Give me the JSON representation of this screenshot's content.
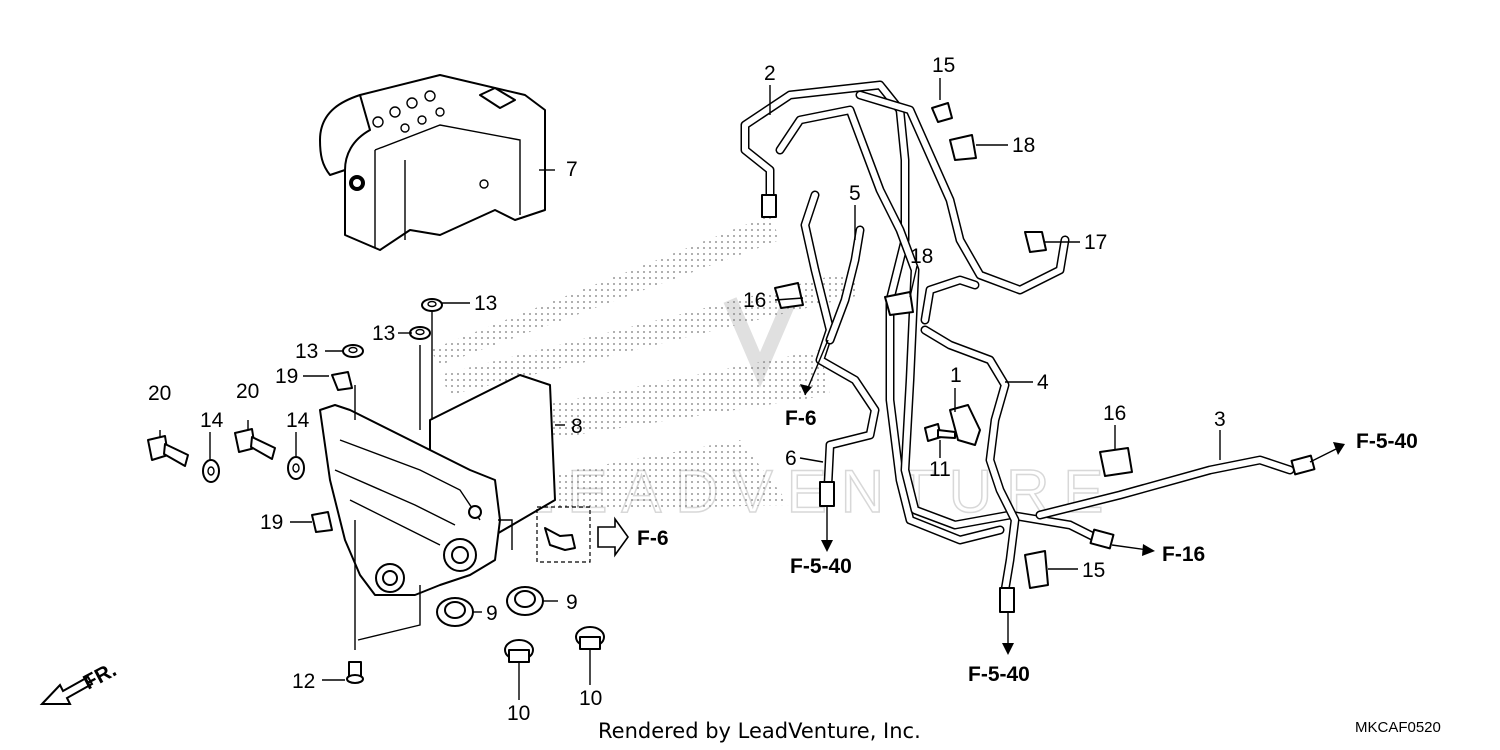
{
  "callouts": {
    "n1": "1",
    "n2": "2",
    "n3": "3",
    "n4": "4",
    "n5": "5",
    "n6": "6",
    "n7": "7",
    "n8": "8",
    "n9a": "9",
    "n9b": "9",
    "n10a": "10",
    "n10b": "10",
    "n11": "11",
    "n12": "12",
    "n13a": "13",
    "n13b": "13",
    "n13c": "13",
    "n14a": "14",
    "n14b": "14",
    "n15a": "15",
    "n15b": "15",
    "n16a": "16",
    "n16b": "16",
    "n17": "17",
    "n18a": "18",
    "n18b": "18",
    "n19a": "19",
    "n19b": "19",
    "n20a": "20",
    "n20b": "20"
  },
  "references": {
    "f6_a": "F-6",
    "f6_b": "F-6",
    "f540_left": "F-5-40",
    "f540_bottom": "F-5-40",
    "f540_right": "F-5-40",
    "f16": "F-16"
  },
  "direction_label": "FR.",
  "watermark": "LEADVENTURE",
  "credit": "Rendered by LeadVenture, Inc.",
  "diagram_code": "MKCAF0520"
}
